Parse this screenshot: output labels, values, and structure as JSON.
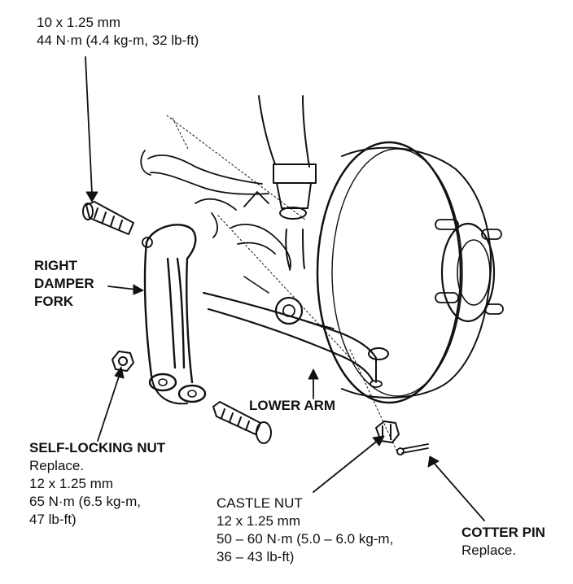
{
  "callouts": {
    "top_bolt": {
      "lines": [
        "10 x 1.25 mm",
        "44 N·m (4.4 kg-m, 32 lb-ft)"
      ]
    },
    "damper_fork": {
      "lines": [
        "RIGHT",
        "DAMPER",
        "FORK"
      ]
    },
    "lower_arm": {
      "lines": [
        "LOWER ARM"
      ]
    },
    "self_locking_nut": {
      "lines": [
        "SELF-LOCKING NUT",
        "Replace.",
        "12 x 1.25 mm",
        "65 N·m (6.5 kg-m,",
        "47 lb-ft)"
      ]
    },
    "castle_nut": {
      "lines": [
        "CASTLE NUT",
        "12 x 1.25 mm",
        "50 – 60 N·m (5.0 – 6.0 kg-m,",
        "36 – 43 lb-ft)"
      ]
    },
    "cotter_pin": {
      "lines": [
        "COTTER PIN",
        "Replace."
      ]
    }
  },
  "colors": {
    "ink": "#111111",
    "paper": "#ffffff"
  }
}
